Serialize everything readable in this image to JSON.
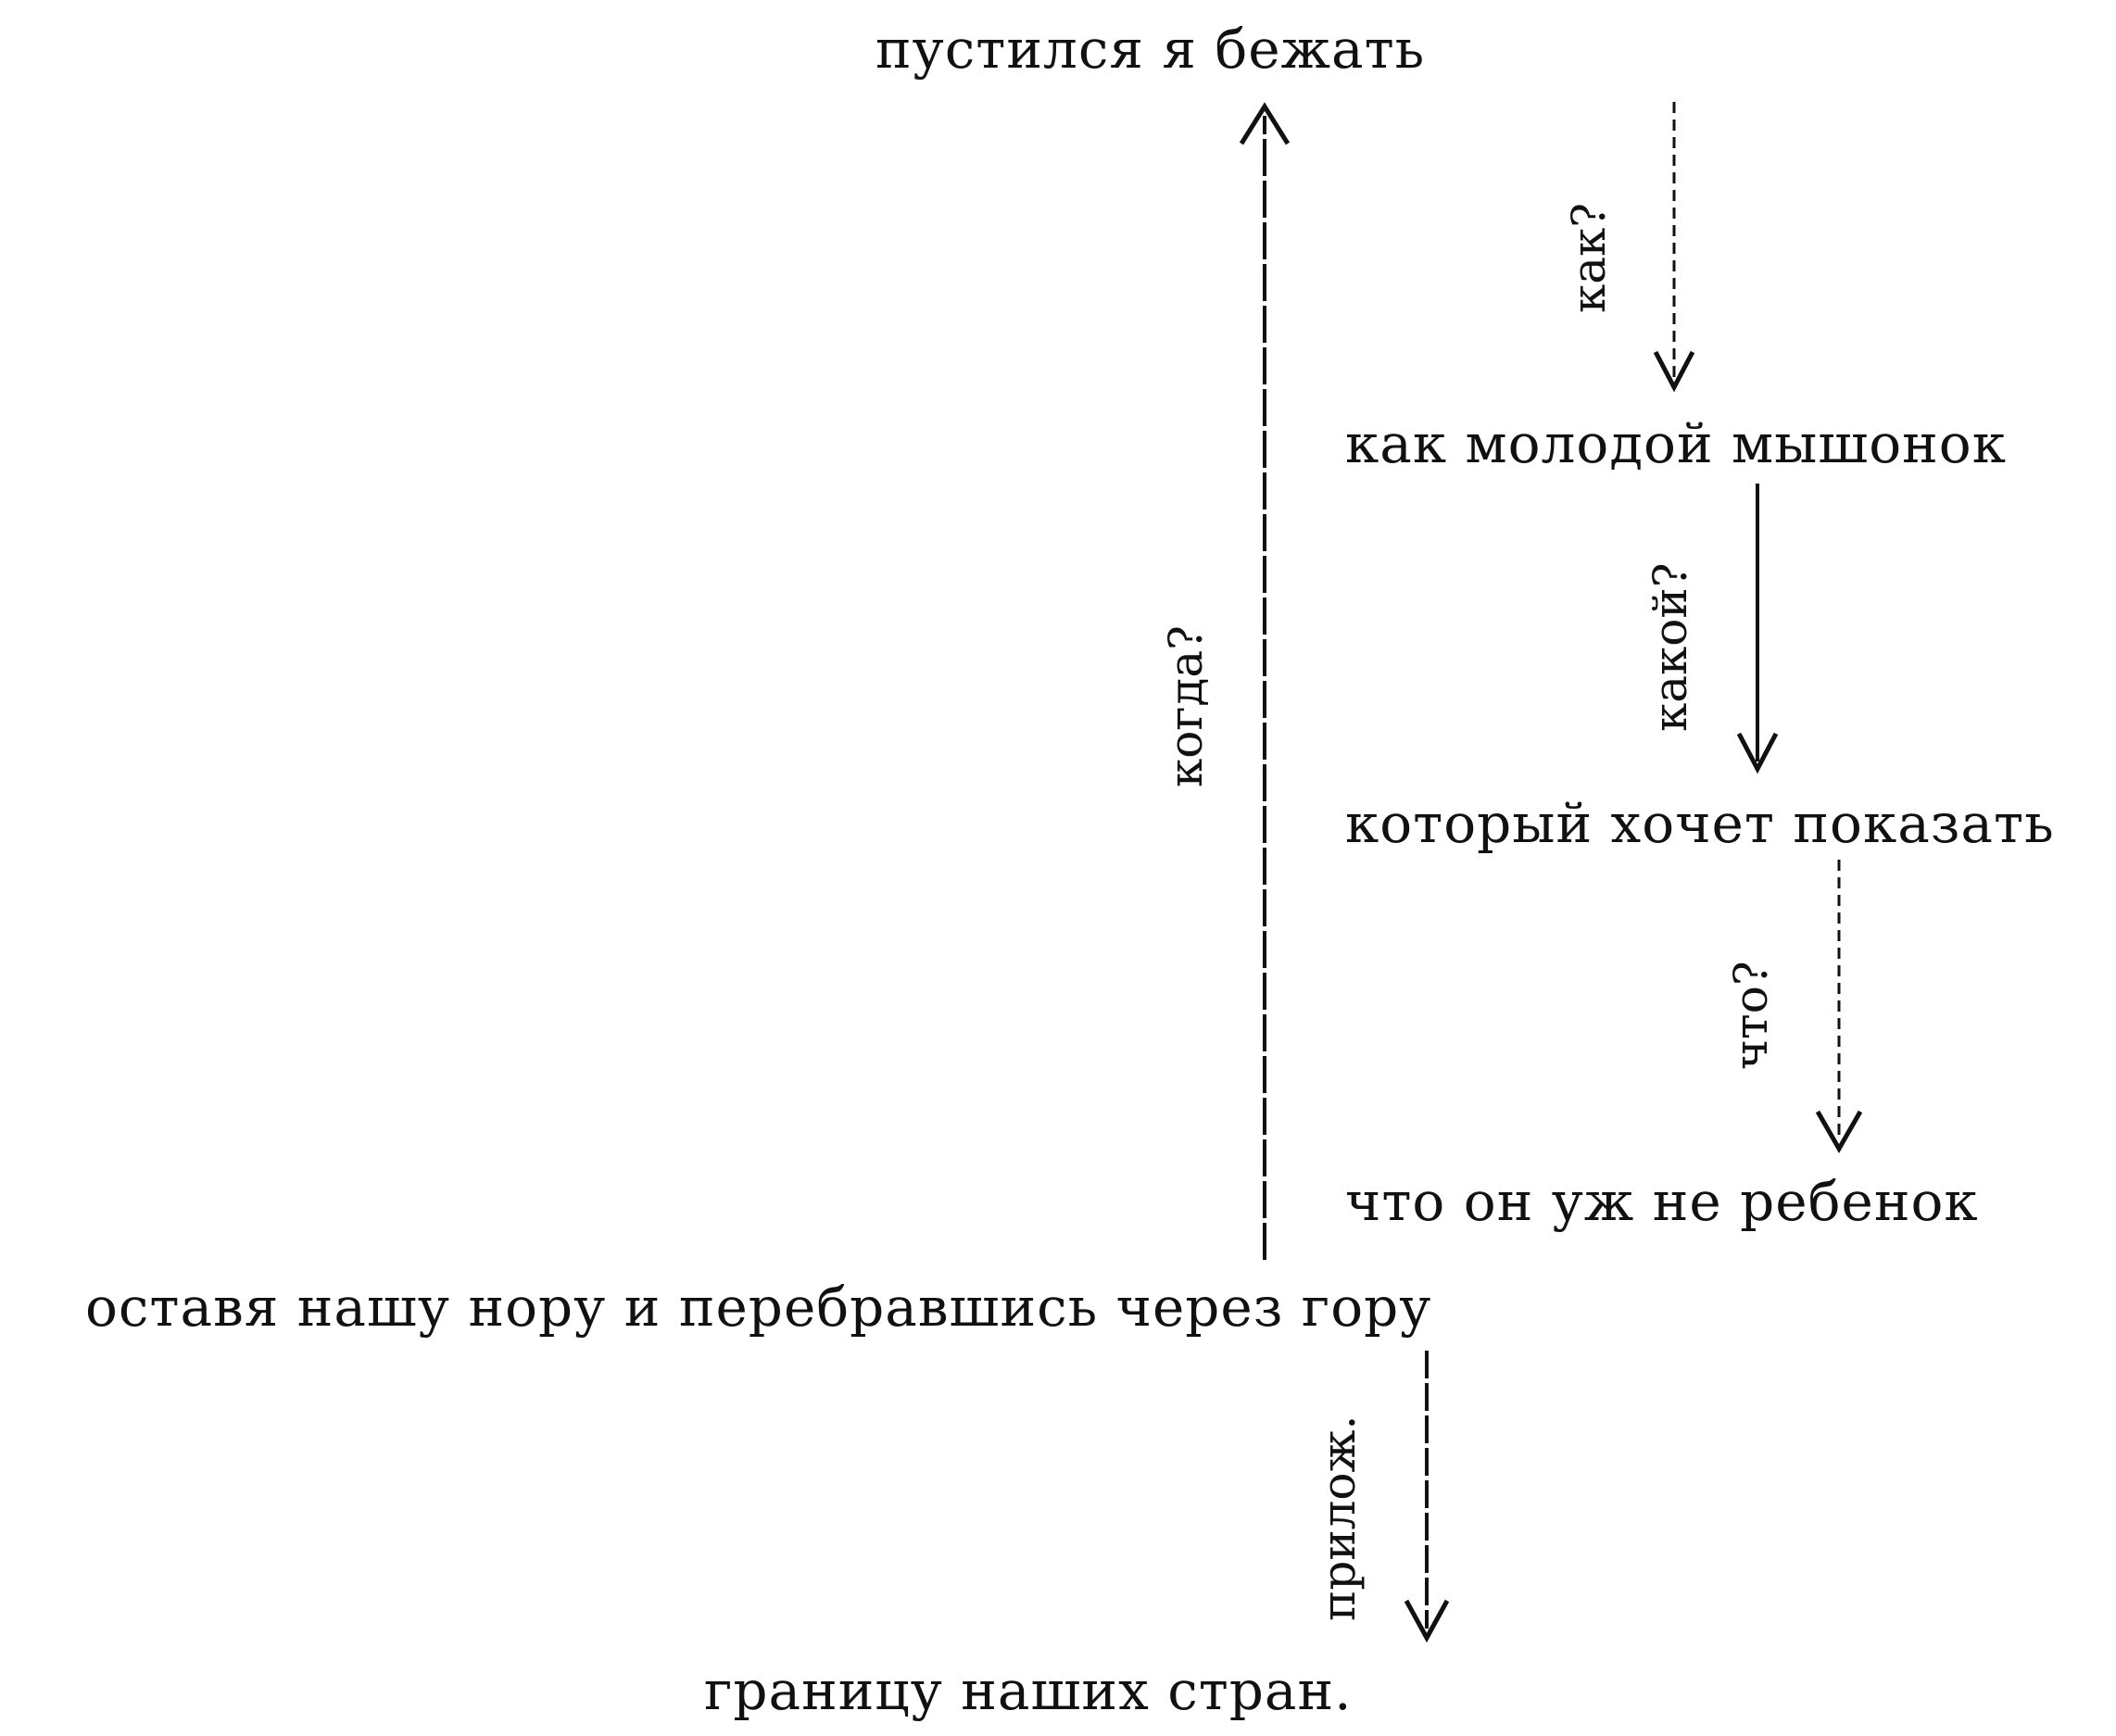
{
  "diagram": {
    "nodes": {
      "top": "пустился я бежать",
      "mouse": "как молодой мышонок",
      "show": "который хочет показать",
      "child": "что он уж не ребенок",
      "leave": "оставя нашу нору и перебравшись через гору",
      "border": "границу наших стран."
    },
    "questions": {
      "when": "когда?",
      "how": "как?",
      "which": "какой?",
      "what": "что?",
      "apposition": "прилож."
    },
    "colors": {
      "ink": "#111111",
      "background": "#ffffff"
    }
  }
}
